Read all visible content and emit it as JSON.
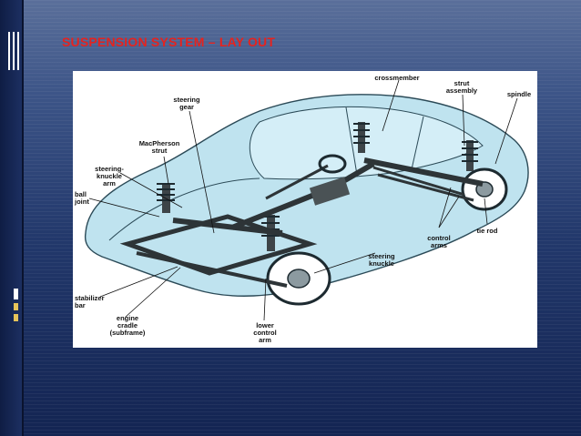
{
  "slide": {
    "title": "SUSPENSION SYSTEM – LAY OUT"
  },
  "colors": {
    "title": "#e5231f",
    "background_top": "#5a6f9a",
    "background_bottom": "#132452",
    "car_body": "#bfe3ef",
    "accent_block": "#e7c45a"
  },
  "diagram": {
    "labels": {
      "crossmember": "crossmember",
      "strut_assembly": "strut\nassembly",
      "spindle": "spindle",
      "steering_gear": "steering\ngear",
      "macpherson_strut": "MacPherson\nstrut",
      "steering_knuckle_arm": "steering-\nknuckle\narm",
      "ball_joint": "ball\njoint",
      "tie_rod": "tie rod",
      "control_arms": "control\narms",
      "steering_knuckle": "steering\nknuckle",
      "stabilizer_bar": "stabilizer\nbar",
      "engine_cradle": "engine\ncradle\n(subframe)",
      "lower_control_arm": "lower\ncontrol\narm"
    }
  }
}
